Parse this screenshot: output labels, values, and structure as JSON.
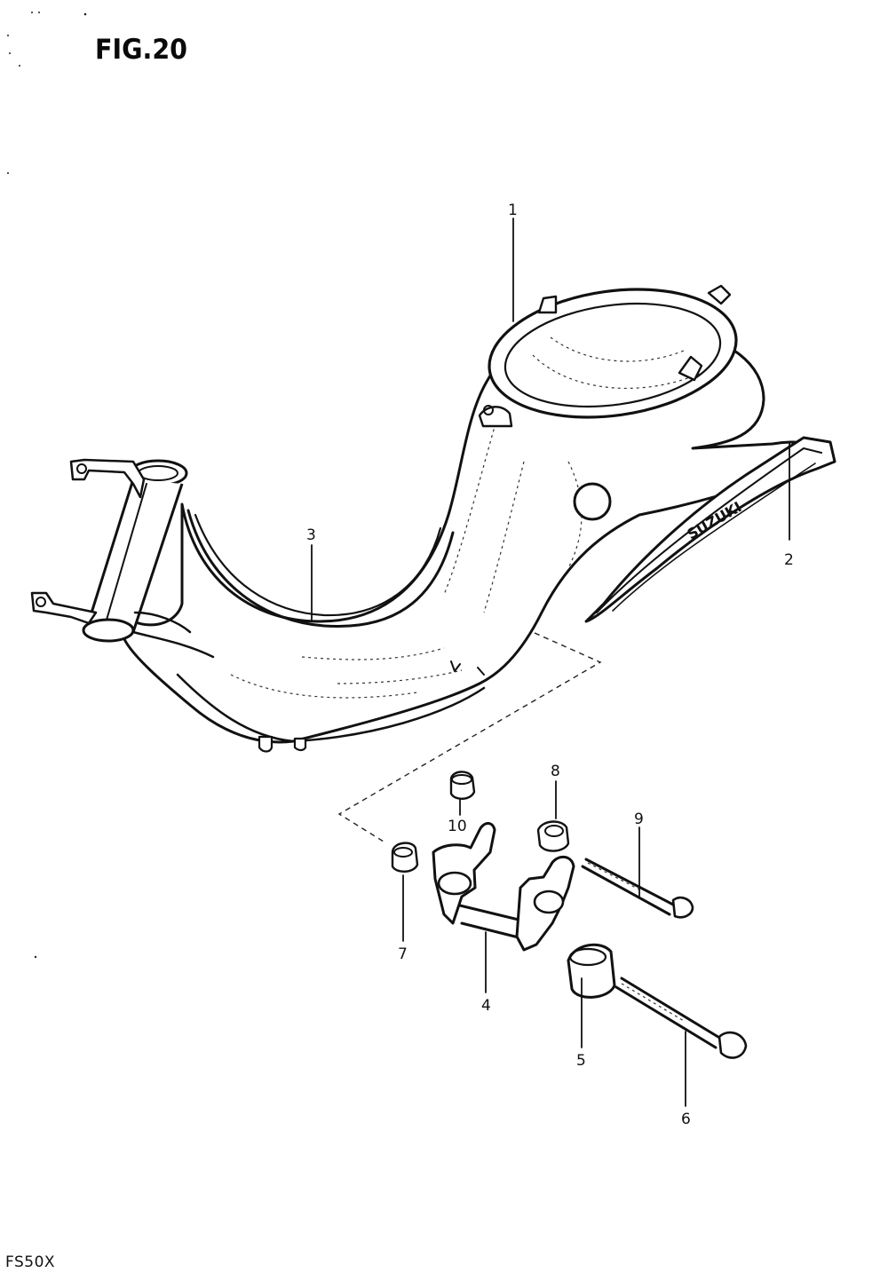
{
  "figure": {
    "title": "FIG.20",
    "model": "FS50X"
  },
  "callouts": [
    "1",
    "2",
    "3",
    "4",
    "5",
    "6",
    "7",
    "8",
    "9",
    "10"
  ],
  "emblem_text": "SUZUKI"
}
